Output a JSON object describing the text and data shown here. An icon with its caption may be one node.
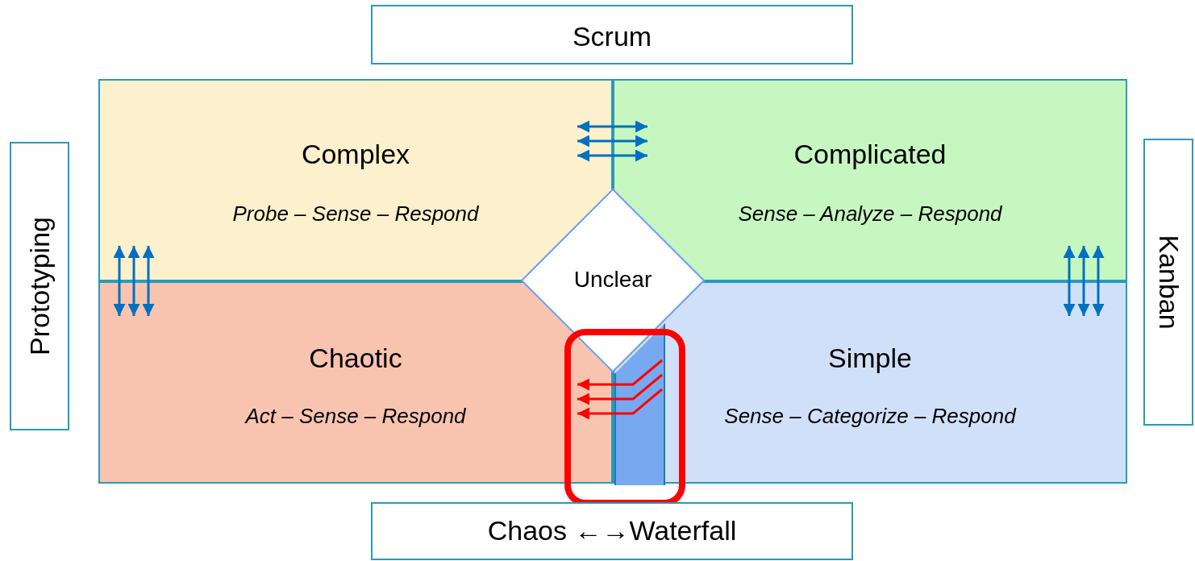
{
  "diagram": {
    "nodes": [
      {
        "text": [
          "Scrum"
        ]
      },
      {
        "text": [
          "Complex",
          "Probe – Sense – Respond"
        ]
      },
      {
        "text": [
          "Complicated",
          "Sense – Analyze – Respond"
        ]
      },
      {
        "text": [
          "Chaotic",
          "Act – Sense – Respond"
        ]
      },
      {
        "text": [
          "Simple",
          "Sense – Categorize – Respond"
        ]
      },
      {
        "text": [
          "Unclear"
        ]
      },
      {
        "text": [
          "Prototyping"
        ]
      },
      {
        "text": [
          "Kanban"
        ]
      },
      {
        "text": [
          "Chaos ←→Waterfall"
        ]
      },
      {
        "text": [],
        "shape": "bar",
        "in": 4
      }
    ],
    "edges": [
      {
        "from": 1,
        "to": 2,
        "arrow": "both"
      },
      {
        "from": 1,
        "to": 2,
        "arrow": "both"
      },
      {
        "from": 1,
        "to": 2,
        "arrow": "both"
      },
      {
        "from": 1,
        "to": 3,
        "arrow": "both"
      },
      {
        "from": 1,
        "to": 3,
        "arrow": "both"
      },
      {
        "from": 1,
        "to": 3,
        "arrow": "both"
      },
      {
        "from": 2,
        "to": 4,
        "arrow": "both"
      },
      {
        "from": 2,
        "to": 4,
        "arrow": "both"
      },
      {
        "from": 2,
        "to": 4,
        "arrow": "both"
      },
      {
        "from": 9,
        "to": 3,
        "arrow": "to",
        "color": "#ff0000"
      },
      {
        "from": 9,
        "to": 3,
        "arrow": "to",
        "color": "#ff0000"
      },
      {
        "from": 9,
        "to": 3,
        "arrow": "to",
        "color": "#ff0000"
      }
    ]
  }
}
